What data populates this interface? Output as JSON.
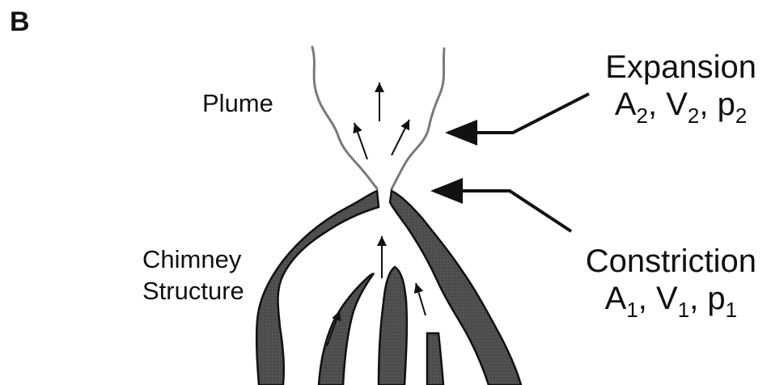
{
  "panel_letter": "B",
  "labels": {
    "plume": "Plume",
    "chimney_line1": "Chimney",
    "chimney_line2": "Structure",
    "expansion_title": "Expansion",
    "expansion_vars": {
      "a": "A",
      "a_sub": "2",
      "v": "V",
      "v_sub": "2",
      "p": "p",
      "p_sub": "2"
    },
    "constriction_title": "Constriction",
    "constriction_vars": {
      "a": "A",
      "a_sub": "1",
      "v": "V",
      "v_sub": "1",
      "p": "p",
      "p_sub": "1"
    }
  },
  "colors": {
    "chimney_fill": "#4a4a4a",
    "outline": "#111111",
    "plume_line": "#777777",
    "background": "#ffffff"
  }
}
